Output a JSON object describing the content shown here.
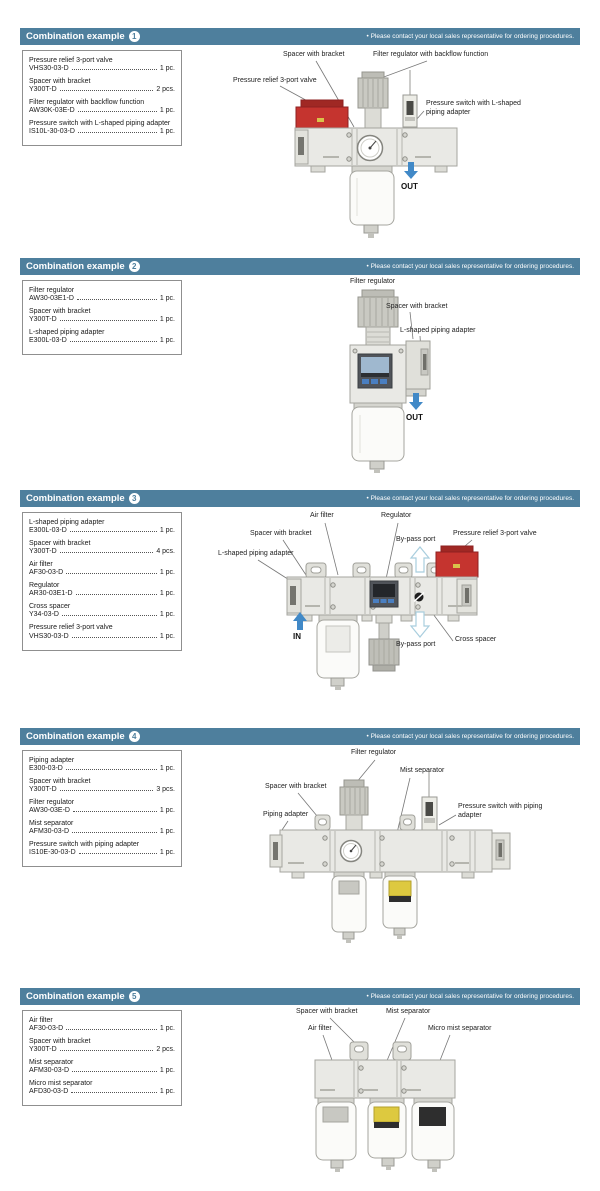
{
  "note": "• Please contact your local sales representative for ordering procedures.",
  "colors": {
    "header_bg": "#4e7f9d",
    "valve_red": "#c5342f",
    "arrow_blue": "#4189c7",
    "element_yellow": "#ddc93f"
  },
  "sections": [
    {
      "title": "Combination example",
      "number": "1",
      "parts": [
        {
          "name": "Pressure relief 3-port valve",
          "code": "VHS30-03-D",
          "qty": "1 pc."
        },
        {
          "name": "Spacer with bracket",
          "code": "Y300T-D",
          "qty": "2 pcs."
        },
        {
          "name": "Filter regulator with backflow function",
          "code": "AW30K-03E-D",
          "qty": "1 pc."
        },
        {
          "name": "Pressure switch with L-shaped piping adapter",
          "code": "IS10L-30-03-D",
          "qty": "1 pc."
        }
      ],
      "callouts": {
        "spacer": "Spacer with bracket",
        "filter_reg": "Filter regulator with backflow function",
        "relief_valve": "Pressure relief 3-port valve",
        "pressure_switch": "Pressure switch with L-shaped piping adapter"
      },
      "flow": {
        "out": "OUT"
      }
    },
    {
      "title": "Combination example",
      "number": "2",
      "parts": [
        {
          "name": "Filter regulator",
          "code": "AW30-03E1-D",
          "qty": "1 pc."
        },
        {
          "name": "Spacer with bracket",
          "code": "Y300T-D",
          "qty": "1 pc."
        },
        {
          "name": "L-shaped piping adapter",
          "code": "E300L-03-D",
          "qty": "1 pc."
        }
      ],
      "callouts": {
        "filter_reg": "Filter regulator",
        "spacer": "Spacer with bracket",
        "l_adapter": "L-shaped piping adapter"
      },
      "flow": {
        "out": "OUT"
      }
    },
    {
      "title": "Combination example",
      "number": "3",
      "parts": [
        {
          "name": "L-shaped piping adapter",
          "code": "E300L-03-D",
          "qty": "1 pc."
        },
        {
          "name": "Spacer with bracket",
          "code": "Y300T-D",
          "qty": "4 pcs."
        },
        {
          "name": "Air filter",
          "code": "AF30-03-D",
          "qty": "1 pc."
        },
        {
          "name": "Regulator",
          "code": "AR30-03E1-D",
          "qty": "1 pc."
        },
        {
          "name": "Cross spacer",
          "code": "Y34-03-D",
          "qty": "1 pc."
        },
        {
          "name": "Pressure relief 3-port valve",
          "code": "VHS30-03-D",
          "qty": "1 pc."
        }
      ],
      "callouts": {
        "air_filter": "Air filter",
        "regulator": "Regulator",
        "spacer": "Spacer with bracket",
        "l_adapter": "L-shaped piping adapter",
        "bypass_top": "By-pass port",
        "relief_valve": "Pressure relief 3-port valve",
        "bypass_bottom": "By-pass port",
        "cross_spacer": "Cross spacer"
      },
      "flow": {
        "in": "IN"
      }
    },
    {
      "title": "Combination example",
      "number": "4",
      "parts": [
        {
          "name": "Piping adapter",
          "code": "E300-03-D",
          "qty": "1 pc."
        },
        {
          "name": "Spacer with bracket",
          "code": "Y300T-D",
          "qty": "3 pcs."
        },
        {
          "name": "Filter regulator",
          "code": "AW30-03E-D",
          "qty": "1 pc."
        },
        {
          "name": "Mist separator",
          "code": "AFM30-03-D",
          "qty": "1 pc."
        },
        {
          "name": "Pressure switch with piping adapter",
          "code": "IS10E-30-03-D",
          "qty": "1 pc."
        }
      ],
      "callouts": {
        "filter_reg": "Filter regulator",
        "mist_sep": "Mist separator",
        "spacer": "Spacer with bracket",
        "piping_adapter": "Piping adapter",
        "pressure_switch": "Pressure switch with piping adapter"
      }
    },
    {
      "title": "Combination example",
      "number": "5",
      "parts": [
        {
          "name": "Air filter",
          "code": "AF30-03-D",
          "qty": "1 pc."
        },
        {
          "name": "Spacer with bracket",
          "code": "Y300T-D",
          "qty": "2 pcs."
        },
        {
          "name": "Mist separator",
          "code": "AFM30-03-D",
          "qty": "1 pc."
        },
        {
          "name": "Micro mist separator",
          "code": "AFD30-03-D",
          "qty": "1 pc."
        }
      ],
      "callouts": {
        "spacer": "Spacer with bracket",
        "mist_sep": "Mist separator",
        "air_filter": "Air filter",
        "micro_mist": "Micro mist separator"
      }
    }
  ]
}
